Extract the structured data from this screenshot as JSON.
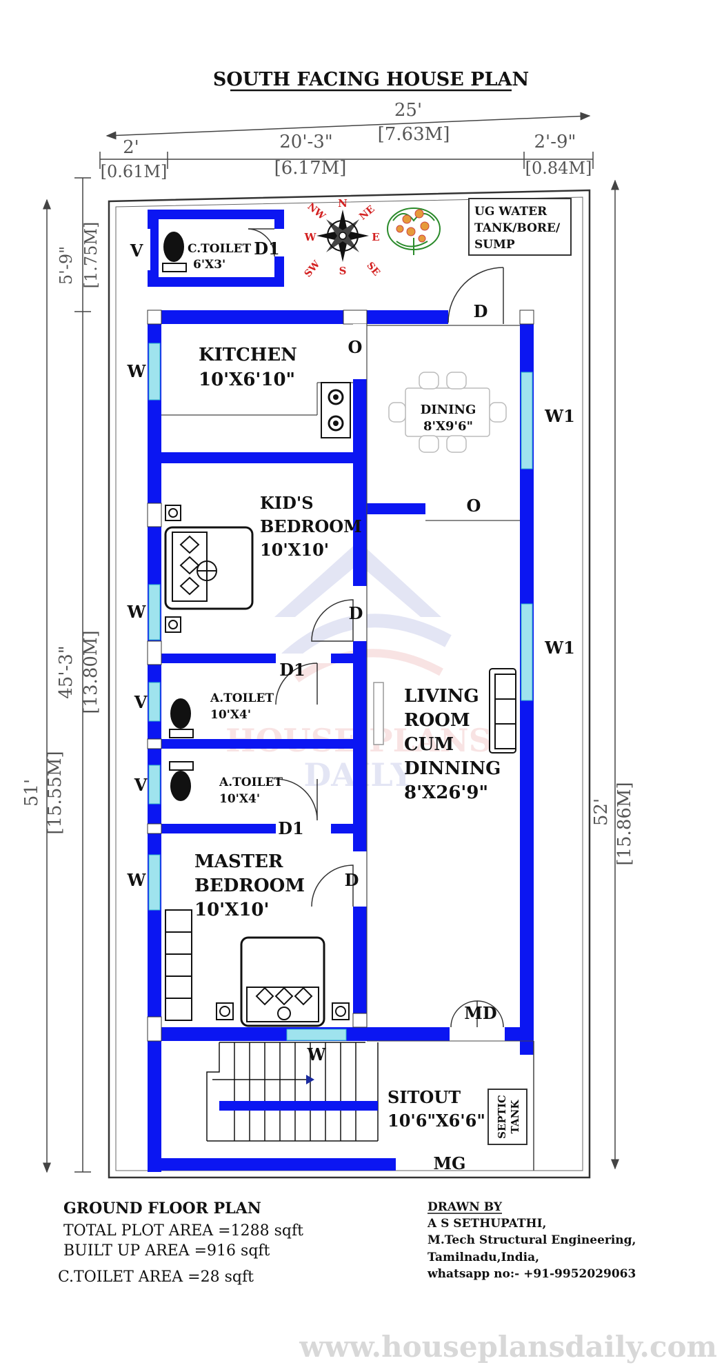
{
  "title": "SOUTH FACING HOUSE PLAN",
  "dimensions": {
    "top_total_ft": "25'",
    "top_total_m": "[7.63M]",
    "left_seg_ft": "2'",
    "left_seg_m": "[0.61M]",
    "mid_seg_ft": "20'-3\"",
    "mid_seg_m": "[6.17M]",
    "right_seg_ft": "2'-9\"",
    "right_seg_m": "[0.84M]",
    "left_total_ft": "51'",
    "left_total_m": "[15.55M]",
    "left_upper_ft": "5'-9\"",
    "left_upper_m": "[1.75M]",
    "left_lower_ft": "45'-3\"",
    "left_lower_m": "[13.80M]",
    "right_total_ft": "52'",
    "right_total_m": "[15.86M]"
  },
  "rooms": {
    "ctoilet_name": "C.TOILET",
    "ctoilet_size": "6'X3'",
    "kitchen_name": "KITCHEN",
    "kitchen_size": "10'X6'10\"",
    "dining_name": "DINING",
    "dining_size": "8'X9'6\"",
    "kids_line1": "KID'S",
    "kids_line2": "BEDROOM",
    "kids_size": "10'X10'",
    "atoilet1_name": "A.TOILET",
    "atoilet1_size": "10'X4'",
    "atoilet2_name": "A.TOILET",
    "atoilet2_size": "10'X4'",
    "living_line1": "LIVING",
    "living_line2": "ROOM",
    "living_line3": "CUM",
    "living_line4": "DINNING",
    "living_size": "8'X26'9\"",
    "master_line1": "MASTER",
    "master_line2": "BEDROOM",
    "master_size": "10'X10'",
    "sitout_name": "SITOUT",
    "sitout_size": "10'6\"X6'6\"",
    "septic_line1": "SEPTIC",
    "septic_line2": "TANK",
    "ug_line1": "UG WATER",
    "ug_line2": "TANK/BORE/",
    "ug_line3": "SUMP"
  },
  "openings": {
    "v": "V",
    "w": "W",
    "w1": "W1",
    "d": "D",
    "d1": "D1",
    "o": "O",
    "md": "MD",
    "mg": "MG"
  },
  "compass": {
    "n": "N",
    "s": "S",
    "e": "E",
    "w": "W",
    "ne": "NE",
    "nw": "NW",
    "se": "SE",
    "sw": "SW"
  },
  "info": {
    "heading": "GROUND FLOOR PLAN",
    "plot_area": "TOTAL PLOT AREA =1288 sqft",
    "built_up": "BUILT UP AREA =916 sqft",
    "ctoilet_area": "C.TOILET AREA =28 sqft"
  },
  "credits": {
    "heading": "DRAWN BY",
    "name": "A S SETHUPATHI,",
    "degree": "M.Tech Structural Engineering,",
    "location": "Tamilnadu,India,",
    "phone": "whatsapp no:- +91-9952029063"
  },
  "watermark": {
    "line1": "HOUSE PLANS",
    "line2": "DAILY",
    "url": "www.houseplansdaily.com"
  },
  "colors": {
    "wall": "#0b16f2",
    "window": "#9fe3ee",
    "outline": "#222222",
    "compass_red": "#d32020"
  }
}
